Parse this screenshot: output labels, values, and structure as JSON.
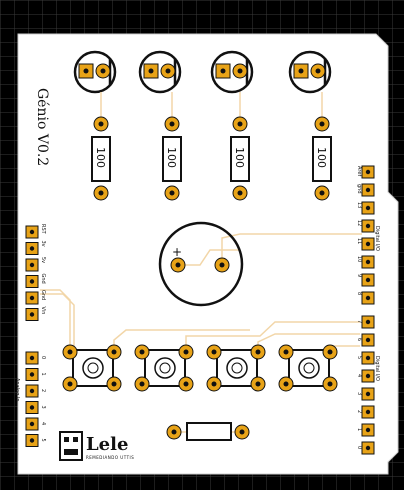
{
  "board": {
    "title": "Génio V0.2",
    "logo_text": "Lele",
    "logo_subtitle": "REMEDIANDO UTTIS",
    "grid_color": "#3a3a3a",
    "board_color": "#ffffff",
    "pad_color": "#e8a317",
    "trace_color": "#f2d6a8"
  },
  "resistors": [
    {
      "value": "100"
    },
    {
      "value": "100"
    },
    {
      "value": "100"
    },
    {
      "value": "100"
    }
  ],
  "buzzer": {
    "polarity": "+"
  },
  "power_header": {
    "labels": [
      "RST",
      "3v",
      "5v",
      "Gnd",
      "Gnd",
      "Vin"
    ]
  },
  "analog_header": {
    "title": "Analog In",
    "labels": [
      "0",
      "1",
      "2",
      "3",
      "4",
      "5"
    ]
  },
  "digital_header_top": {
    "title": "Digital I/O",
    "labels": [
      "Aref",
      "gnd",
      "13",
      "12",
      "11",
      "10",
      "9",
      "8"
    ]
  },
  "digital_header_bottom": {
    "title": "Digital I/O",
    "labels": [
      "7",
      "6",
      "5",
      "4",
      "3",
      "2",
      "1",
      "0"
    ]
  }
}
